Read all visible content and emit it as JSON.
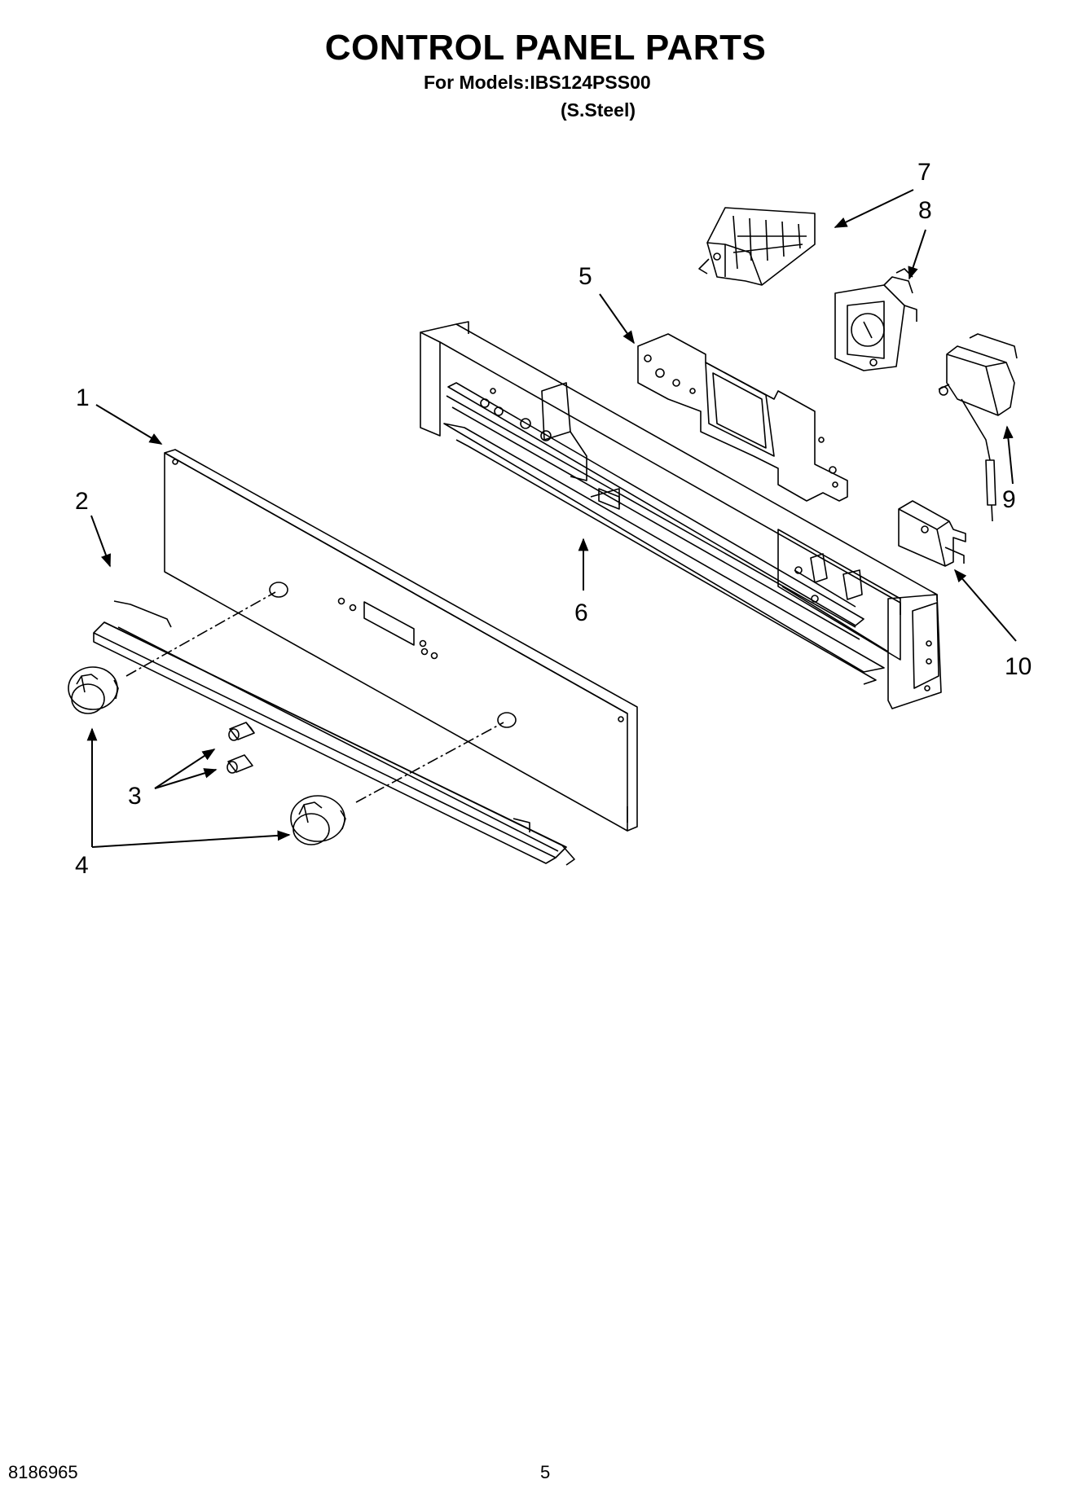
{
  "header": {
    "title": "CONTROL PANEL PARTS",
    "models_line": "For Models:IBS124PSS00",
    "finish_line": "(S.Steel)"
  },
  "callouts": [
    "1",
    "2",
    "3",
    "4",
    "5",
    "6",
    "7",
    "8",
    "9",
    "10"
  ],
  "footer": {
    "document_number": "8186965",
    "page_number": "5"
  }
}
